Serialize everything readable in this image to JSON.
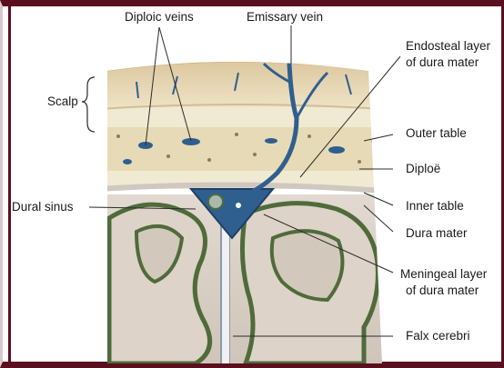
{
  "labels": {
    "diploic_veins": "Diploic veins",
    "emissary_vein": "Emissary vein",
    "endosteal_line1": "Endosteal layer",
    "endosteal_line2": "of dura mater",
    "scalp": "Scalp",
    "outer_table": "Outer table",
    "diploe": "Diploë",
    "dural_sinus": "Dural sinus",
    "inner_table": "Inner table",
    "dura_mater": "Dura mater",
    "meningeal_line1": "Meningeal layer",
    "meningeal_line2": "of dura mater",
    "falx_cerebri": "Falx cerebri"
  },
  "colors": {
    "frame": "#5a0f1e",
    "scalp": "#e8d9b8",
    "bone": "#efe6c8",
    "diploe": "#e3d7b0",
    "vein": "#2f5f8f",
    "brain": "#d9cfc6",
    "cortex": "#4f6b3a"
  }
}
